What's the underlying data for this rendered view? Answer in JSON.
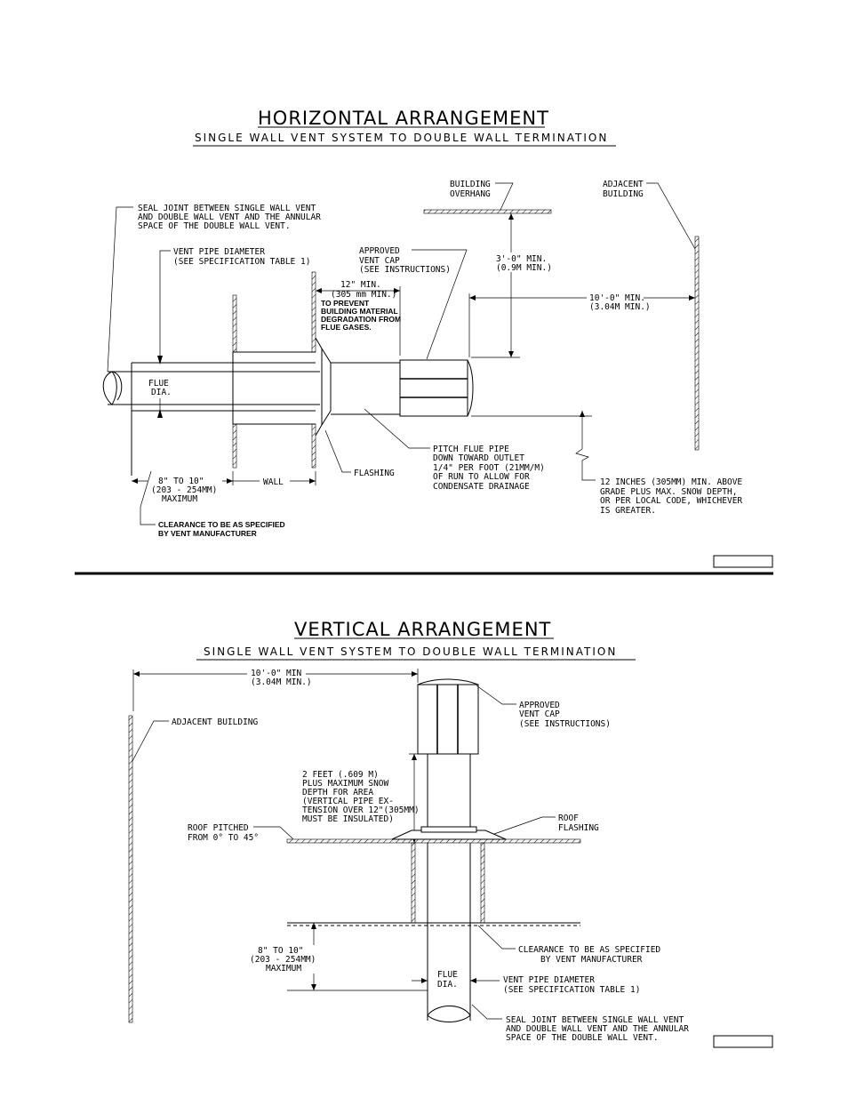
{
  "horizontal": {
    "title": "HORIZONTAL ARRANGEMENT",
    "subtitle": "SINGLE WALL VENT SYSTEM TO DOUBLE WALL TERMINATION",
    "seal_joint": [
      "SEAL JOINT BETWEEN SINGLE WALL VENT",
      "AND DOUBLE WALL VENT AND THE ANNULAR",
      "SPACE OF THE DOUBLE WALL VENT."
    ],
    "vent_pipe_diameter": [
      "VENT PIPE DIAMETER",
      "(SEE SPECIFICATION TABLE 1)"
    ],
    "twelve_min": [
      "12\" MIN.",
      "(305 mm MIN.)"
    ],
    "prevent": [
      "TO PREVENT",
      "BUILDING MATERIAL",
      "DEGRADATION FROM",
      "FLUE GASES."
    ],
    "approved_cap": [
      "APPROVED",
      "VENT CAP",
      "(SEE INSTRUCTIONS)"
    ],
    "building_overhang": [
      "BUILDING",
      "OVERHANG"
    ],
    "adjacent_building": [
      "ADJACENT",
      "BUILDING"
    ],
    "three_ft": [
      "3'-0\" MIN.",
      "(0.9M MIN.)"
    ],
    "ten_ft": [
      "10'-0\" MIN.",
      "(3.04M MIN.)"
    ],
    "flue_dia": [
      "FLUE",
      "DIA."
    ],
    "pitch": [
      "PITCH FLUE PIPE",
      "DOWN TOWARD OUTLET",
      "1/4\" PER FOOT (21MM/M)",
      "OF RUN TO ALLOW FOR",
      "CONDENSATE DRAINAGE"
    ],
    "flashing": "FLASHING",
    "eight_ten": [
      "8\" TO 10\"",
      "(203 - 254MM)",
      "MAXIMUM"
    ],
    "wall": "WALL",
    "clearance": [
      "CLEARANCE TO BE AS SPECIFIED",
      "BY VENT MANUFACTURER"
    ],
    "twelve_inches": [
      "12 INCHES (305MM) MIN. ABOVE",
      "GRADE PLUS MAX. SNOW DEPTH,",
      "OR PER LOCAL CODE, WHICHEVER",
      "IS GREATER."
    ]
  },
  "vertical": {
    "title": "VERTICAL ARRANGEMENT",
    "subtitle": "SINGLE WALL VENT SYSTEM TO DOUBLE WALL TERMINATION",
    "ten_ft": [
      "10'-0\" MIN",
      "(3.04M MIN.)"
    ],
    "adjacent_building": "ADJACENT BUILDING",
    "approved_cap": [
      "APPROVED",
      "VENT CAP",
      "(SEE INSTRUCTIONS)"
    ],
    "two_feet": [
      "2 FEET (.609 M)",
      "PLUS MAXIMUM SNOW",
      "DEPTH FOR AREA",
      "(VERTICAL PIPE EX-",
      "TENSION OVER 12\"(305MM)",
      "MUST BE INSULATED)"
    ],
    "roof_pitched": [
      "ROOF PITCHED",
      "FROM 0° TO 45°"
    ],
    "roof_flashing": [
      "ROOF",
      "FLASHING"
    ],
    "clearance": [
      "CLEARANCE TO BE AS SPECIFIED",
      "BY VENT MANUFACTURER"
    ],
    "eight_ten": [
      "8\" TO 10\"",
      "(203 - 254MM)",
      "MAXIMUM"
    ],
    "flue_dia": [
      "FLUE",
      "DIA."
    ],
    "vent_pipe_diameter": [
      "VENT PIPE DIAMETER",
      "(SEE SPECIFICATION TABLE 1)"
    ],
    "seal_joint": [
      "SEAL JOINT BETWEEN SINGLE WALL VENT",
      "AND DOUBLE WALL VENT AND THE ANNULAR",
      "SPACE OF THE DOUBLE WALL VENT."
    ]
  }
}
